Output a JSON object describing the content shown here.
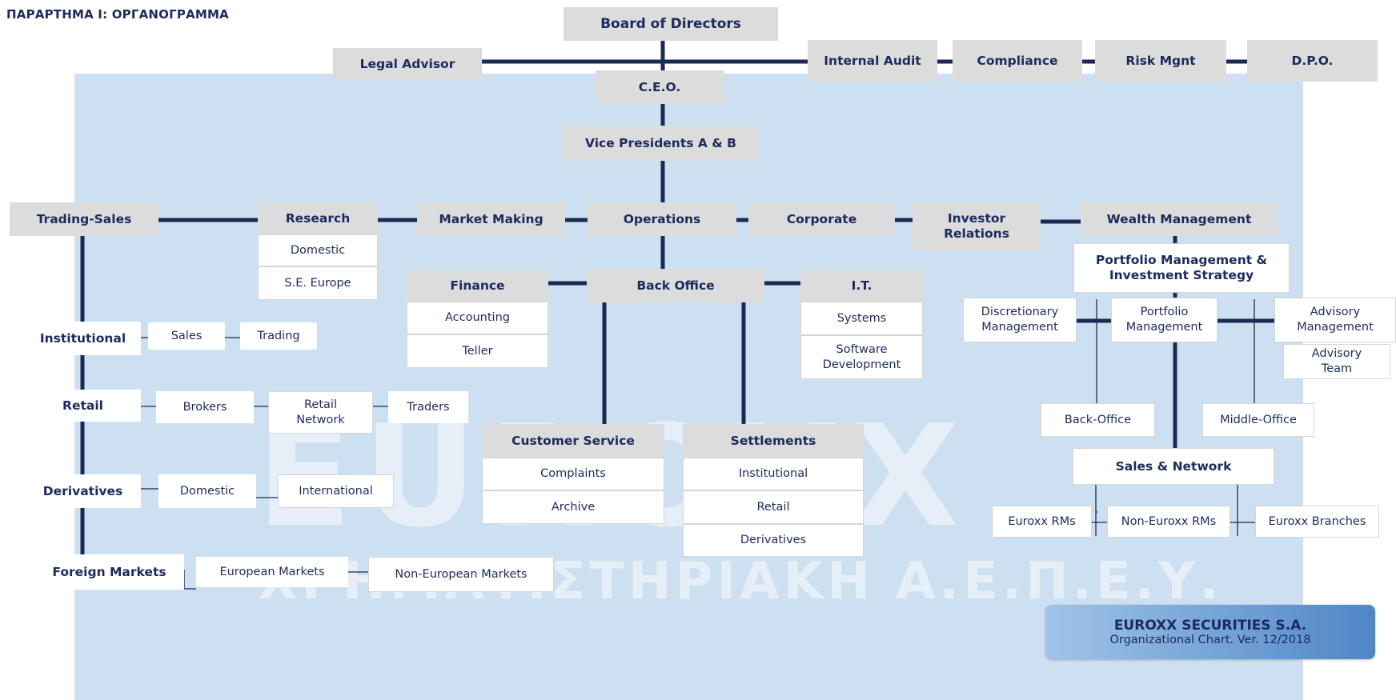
{
  "page_title": "ΠΑΡΑΡΤΗΜΑ Ι: ΟΡΓΑΝΟΓΡΑΜΜΑ",
  "watermark": {
    "brand": "EUROXX",
    "subtitle": "ΧΡΗΜΑΤΙΣΤΗΡΙΑΚΗ Α.Ε.Π.Ε.Υ."
  },
  "colors": {
    "background_panel": "#cde0f1",
    "box_header": "#dcdcdc",
    "box_sub": "#ffffff",
    "connector": "#1b2a50",
    "text": "#1e2a5e"
  },
  "nodes": {
    "board": "Board of Directors",
    "legal": "Legal Advisor",
    "internal_audit": "Internal Audit",
    "compliance": "Compliance",
    "risk": "Risk Mgnt",
    "dpo": "D.P.O.",
    "ceo": "C.E.O.",
    "vp": "Vice Presidents A & B",
    "trading_sales": "Trading-Sales",
    "research": "Research",
    "research_domestic": "Domestic",
    "research_see": "S.E. Europe",
    "market_making": "Market Making",
    "operations": "Operations",
    "corporate": "Corporate",
    "investor_relations": "Investor\nRelations",
    "wealth_management": "Wealth Management",
    "finance": "Finance",
    "accounting": "Accounting",
    "teller": "Teller",
    "back_office": "Back Office",
    "it": "I.T.",
    "systems": "Systems",
    "software_dev": "Software\nDevelopment",
    "institutional": "Institutional",
    "inst_sales": "Sales",
    "inst_trading": "Trading",
    "retail": "Retail",
    "brokers": "Brokers",
    "retail_network": "Retail\nNetwork",
    "traders": "Traders",
    "derivatives": "Derivatives",
    "deriv_domestic": "Domestic",
    "deriv_international": "International",
    "foreign_markets": "Foreign Markets",
    "european_markets": "European Markets",
    "non_european_markets": "Non-European Markets",
    "customer_service": "Customer Service",
    "complaints": "Complaints",
    "archive": "Archive",
    "settlements": "Settlements",
    "settl_institutional": "Institutional",
    "settl_retail": "Retail",
    "settl_derivatives": "Derivatives",
    "portfolio_strategy": "Portfolio Management &\nInvestment Strategy",
    "discretionary": "Discretionary\nManagement",
    "portfolio_mgmt": "Portfolio\nManagement",
    "advisory_mgmt": "Advisory\nManagement",
    "advisory_team": "Advisory\nTeam",
    "wm_back_office": "Back-Office",
    "middle_office": "Middle-Office",
    "sales_network": "Sales & Network",
    "euroxx_rms": "Euroxx RMs",
    "non_euroxx_rms": "Non-Euroxx RMs",
    "euroxx_branches": "Euroxx Branches"
  },
  "badge": {
    "company": "EUROXX SECURITIES S.A.",
    "version": "Organizational Chart. Ver. 12/2018"
  }
}
